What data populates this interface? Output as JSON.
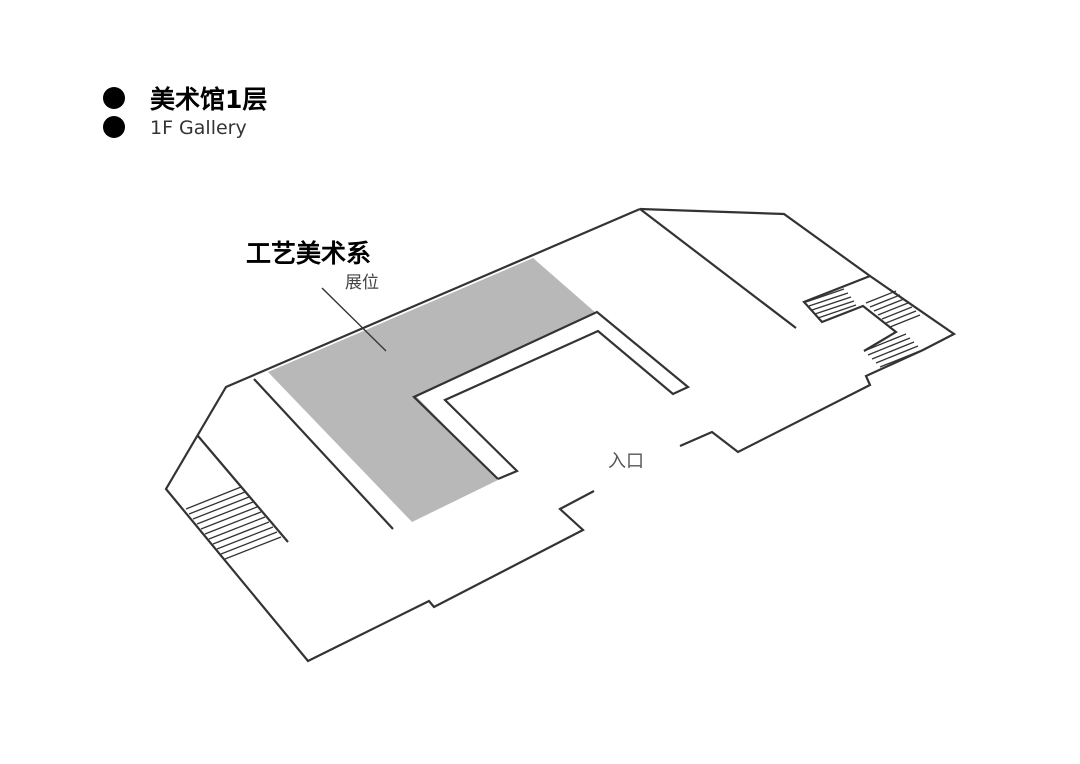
{
  "header": {
    "title": "美术馆1层",
    "subtitle": "1F Gallery"
  },
  "highlight": {
    "title": "工艺美术系",
    "subtitle": "展位",
    "color": "#b8b8b8"
  },
  "entrance": {
    "label": "入口"
  },
  "colors": {
    "outline": "#333333",
    "background": "#ffffff"
  }
}
